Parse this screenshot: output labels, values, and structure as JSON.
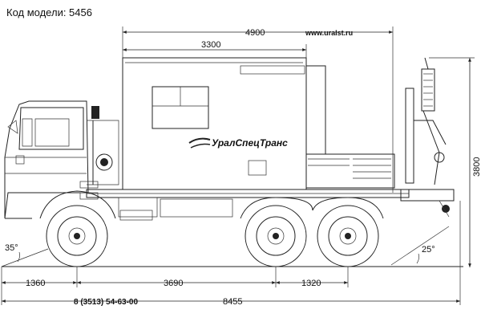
{
  "model_label": "Код модели: 5456",
  "website": "www.uralst.ru",
  "phone": "8 (3513) 54-63-00",
  "brand": "УралСпецТранс",
  "dimensions": {
    "overall_box_length": "4900",
    "box_length": "3300",
    "height": "3800",
    "front_overhang": "1360",
    "wheelbase": "3690",
    "rear_axle_spacing": "1320",
    "total_length": "8455"
  },
  "angles": {
    "approach": "35°",
    "departure": "25°"
  },
  "colors": {
    "line": "#222222",
    "background": "#ffffff"
  }
}
